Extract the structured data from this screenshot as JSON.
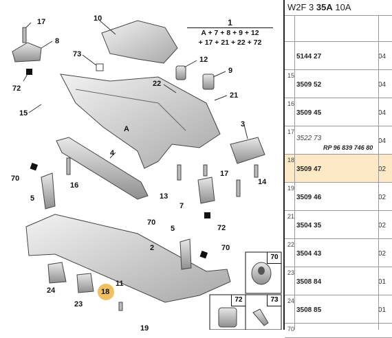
{
  "diagram": {
    "formula_top": "1",
    "formula_line1": "A + 7 + 8 + 9 + 12",
    "formula_line2": "+ 17 + 21 + 22 + 72",
    "callouts": [
      "17",
      "8",
      "72",
      "10",
      "73",
      "12",
      "9",
      "22",
      "21",
      "15",
      "A",
      "3",
      "4",
      "70",
      "16",
      "13",
      "17",
      "14",
      "5",
      "7",
      "72",
      "70",
      "5",
      "70",
      "2",
      "24",
      "23",
      "18",
      "11",
      "19",
      "70",
      "72",
      "73"
    ]
  },
  "panel": {
    "header_prefix": "W2F 3",
    "header_bold": "35A",
    "header_suffix": "10A",
    "rows": [
      {
        "ref": "",
        "pn": "5144 27",
        "qty": "04"
      },
      {
        "ref": "15",
        "pn": "3509 52",
        "qty": "04"
      },
      {
        "ref": "16",
        "pn": "3509 45",
        "qty": "04"
      },
      {
        "ref": "17",
        "pn": "3522 73",
        "alt": "RP 96 839 746 80",
        "qty": "04"
      },
      {
        "ref": "18",
        "pn": "3509 47",
        "qty": "02"
      },
      {
        "ref": "19",
        "pn": "3509 46",
        "qty": "02"
      },
      {
        "ref": "21",
        "pn": "3504 35",
        "qty": "02"
      },
      {
        "ref": "22",
        "pn": "3504 43",
        "qty": "02"
      },
      {
        "ref": "23",
        "pn": "3508 84",
        "qty": "01"
      },
      {
        "ref": "24",
        "pn": "3508 85",
        "qty": "01"
      },
      {
        "ref": "70",
        "pn": "",
        "qty": ""
      }
    ]
  }
}
